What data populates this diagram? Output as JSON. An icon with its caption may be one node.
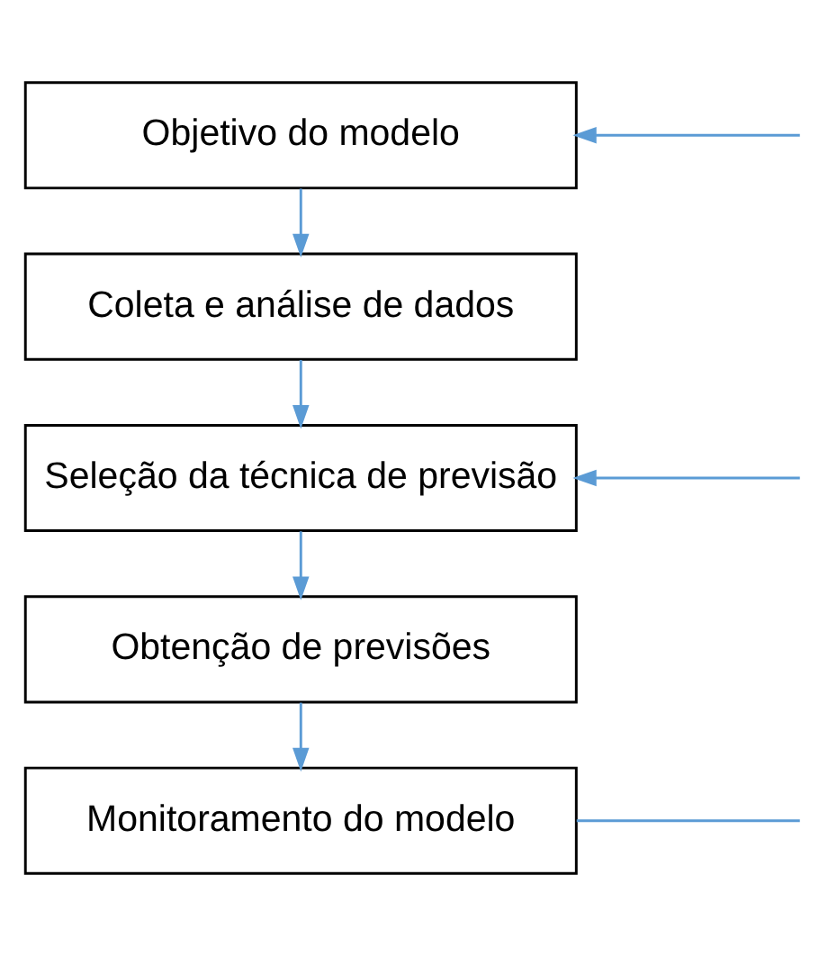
{
  "diagram": {
    "nodes": [
      {
        "text": [
          "Objetivo do modelo"
        ]
      },
      {
        "text": [
          "Coleta e análise de dados"
        ]
      },
      {
        "text": [
          "Seleção da técnica de previsão"
        ]
      },
      {
        "text": [
          "Obtenção de previsões"
        ]
      },
      {
        "text": [
          "Monitoramento do modelo"
        ]
      }
    ],
    "edges": [
      {
        "from": 0,
        "to": 1,
        "arrow": "to"
      },
      {
        "from": 1,
        "to": 2,
        "arrow": "to"
      },
      {
        "from": 2,
        "to": 3,
        "arrow": "to"
      },
      {
        "from": 3,
        "to": 4,
        "arrow": "to"
      },
      {
        "from": null,
        "to": 0,
        "arrow": "to"
      },
      {
        "from": null,
        "to": 2,
        "arrow": "to"
      },
      {
        "from": 4,
        "to": null,
        "arrow": "none"
      }
    ]
  }
}
